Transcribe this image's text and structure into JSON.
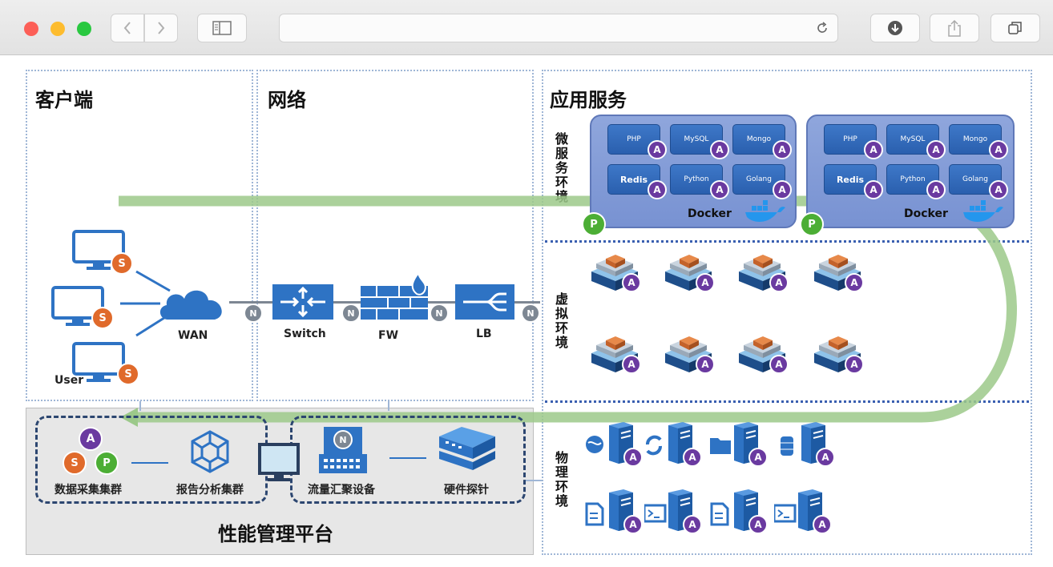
{
  "browser": {
    "url_value": "",
    "icons": [
      "back-icon",
      "forward-icon",
      "sidebar-icon",
      "reload-icon",
      "download-icon",
      "share-icon",
      "tabs-icon"
    ]
  },
  "sections": {
    "client": "客户端",
    "network": "网络",
    "app": "应用服务",
    "platform": "性能管理平台"
  },
  "env_labels": {
    "micro": "微服务环境",
    "virtual": "虚拟环境",
    "physical": "物理环境"
  },
  "client": {
    "user_label": "User",
    "wan_label": "WAN"
  },
  "network_devices": [
    "Switch",
    "FW",
    "LB"
  ],
  "docker": {
    "label": "Docker",
    "services": [
      "PHP",
      "MySQL",
      "Mongo",
      "Redis",
      "Python",
      "Golang"
    ]
  },
  "platform_items": [
    "数据采集集群",
    "报告分析集群",
    "流量汇聚设备",
    "硬件探针"
  ],
  "badges": {
    "agent": "A",
    "synthetic": "S",
    "probe": "P",
    "network": "N"
  },
  "colors": {
    "flow_green": "#9cc98a",
    "agent_purple": "#6a3aa0",
    "synthetic_orange": "#e06a2b",
    "probe_green": "#4cae35",
    "network_gray": "#7d8793",
    "docker_bg": "#8fa6dc",
    "device_blue": "#2e73c4",
    "panel_border": "#9fb6d6",
    "platform_bg": "#e7e7e7"
  }
}
